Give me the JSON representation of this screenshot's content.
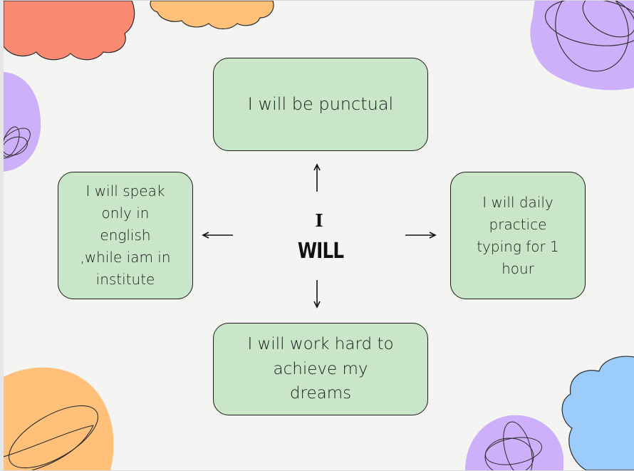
{
  "center": {
    "line1": "I",
    "line2": "WILL"
  },
  "boxes": {
    "top": "I will be punctual",
    "left": "I will speak\nonly in\nenglish\n,while iam in\ninstitute",
    "right": "I will daily\npractice\ntyping for 1\nhour",
    "bottom": "I will work hard to\nachieve my\ndreams"
  },
  "colors": {
    "box_fill": "#c9e6c9",
    "background": "#f4f4f2",
    "blob_red": "#fb8a72",
    "blob_orange": "#ffc07a",
    "blob_purple": "#cdb0f9",
    "blob_blue": "#9ccdfa"
  }
}
